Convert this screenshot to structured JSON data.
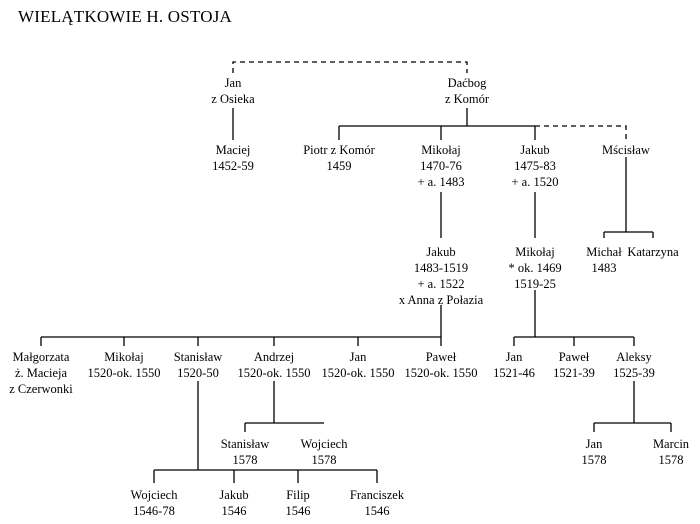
{
  "title": "WIELĄTKOWIE H. OSTOJA",
  "people": {
    "jan_osieka": [
      "Jan",
      "z Osieka"
    ],
    "dacbog": [
      "Daćbog",
      "z Komór"
    ],
    "maciej": [
      "Maciej",
      "1452-59"
    ],
    "piotr": [
      "Piotr z Komór",
      "1459"
    ],
    "mikolaj1": [
      "Mikołaj",
      "1470-76",
      "+ a. 1483"
    ],
    "jakub1": [
      "Jakub",
      "1475-83",
      "+ a. 1520"
    ],
    "mscislaw": [
      "Mścisław"
    ],
    "jakub2": [
      "Jakub",
      "1483-1519",
      "+ a. 1522",
      "x Anna z Połazia"
    ],
    "mikolaj2": [
      "Mikołaj",
      "* ok. 1469",
      "1519-25"
    ],
    "michal": [
      "Michał",
      "1483"
    ],
    "katarzyna": [
      "Katarzyna"
    ],
    "malgorzata": [
      "Małgorzata",
      "ż. Macieja",
      "z Czerwonki"
    ],
    "mikolaj3": [
      "Mikołaj",
      "1520-ok. 1550"
    ],
    "stanislaw1": [
      "Stanisław",
      "1520-50"
    ],
    "andrzej": [
      "Andrzej",
      "1520-ok. 1550"
    ],
    "jan2": [
      "Jan",
      "1520-ok. 1550"
    ],
    "pawel1": [
      "Paweł",
      "1520-ok. 1550"
    ],
    "jan3": [
      "Jan",
      "1521-46"
    ],
    "pawel2": [
      "Paweł",
      "1521-39"
    ],
    "aleksy": [
      "Aleksy",
      "1525-39"
    ],
    "stanislaw2": [
      "Stanisław",
      "1578"
    ],
    "wojciech1": [
      "Wojciech",
      "1578"
    ],
    "jan4": [
      "Jan",
      "1578"
    ],
    "marcin": [
      "Marcin",
      "1578"
    ],
    "wojciech2": [
      "Wojciech",
      "1546-78"
    ],
    "jakub3": [
      "Jakub",
      "1546"
    ],
    "filip": [
      "Filip",
      "1546"
    ],
    "franciszek": [
      "Franciszek",
      "1546"
    ]
  }
}
